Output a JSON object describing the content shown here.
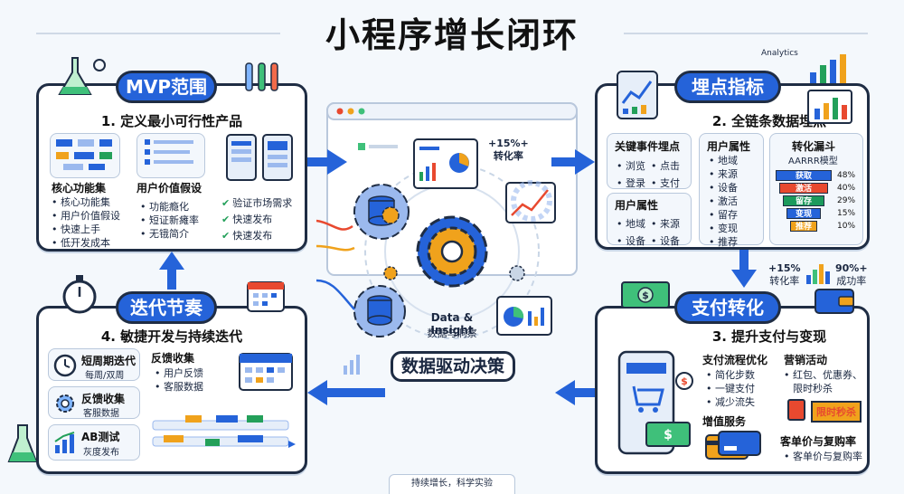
{
  "title": "小程序增长闭环",
  "analytics_label": "Analytics",
  "mvp": {
    "pill": "MVP范围",
    "heading": "1. 定义最小可行性产品",
    "card1_label": "核心功能集",
    "card2_label": "用户价值假设",
    "list1": [
      "核心功能集",
      "用户价值假设",
      "快速上手",
      "低开发成本"
    ],
    "list2": [
      "功能瘾化",
      "短证新瘫率",
      "无锇简介"
    ],
    "checks": [
      "验证市场需求",
      "快速发布",
      "快速发布"
    ]
  },
  "tracking": {
    "pill": "埋点指标",
    "heading": "2. 全链条数据埋点",
    "events_label": "关键事件埋点",
    "events": [
      "浏览",
      "点击",
      "登录",
      "支付"
    ],
    "user_attr_label": "用户属性",
    "user_attr_small": [
      "地域",
      "来源",
      "设备",
      "设备"
    ],
    "user_attr_label2": "用户属性",
    "user_attr_list": [
      "地域",
      "来源",
      "设备",
      "激活",
      "留存",
      "变现",
      "推荐"
    ],
    "funnel_label": "转化漏斗",
    "funnel_model": "AARRR模型",
    "funnel": [
      {
        "label": "获取",
        "pct": "48%",
        "color": "#2563d9"
      },
      {
        "label": "激活",
        "pct": "40%",
        "color": "#e8492f"
      },
      {
        "label": "留存",
        "pct": "29%",
        "color": "#1c9a5c"
      },
      {
        "label": "变现",
        "pct": "15%",
        "color": "#2563d9"
      },
      {
        "label": "推荐",
        "pct": "10%",
        "color": "#f0a21c"
      }
    ]
  },
  "center": {
    "conversion": "+15%+",
    "conversion_label": "转化率",
    "insight_en": "Data & Insight",
    "insight_cn": "数据与洞察",
    "banner": "数据驱动决策"
  },
  "mid_right": {
    "conv": "+15%",
    "conv_label": "转化率",
    "success": "90%+",
    "success_label": "成功率"
  },
  "payment": {
    "pill": "支付转化",
    "heading": "3. 提升支付与变现",
    "flow_label": "支付流程优化",
    "flow": [
      "简化步数",
      "一键支付",
      "减少流失"
    ],
    "promo_label": "营销活动",
    "promo": [
      "红包、优惠券、",
      "限时秒杀"
    ],
    "flash_sale": "限时秒杀",
    "value_label": "增值服务",
    "aov_label": "客单价与复购率",
    "aov": [
      "客单价与复购率"
    ]
  },
  "iterate": {
    "pill": "迭代节奏",
    "heading": "4. 敏捷开发与持续迭代",
    "c1_title": "短周期迭代",
    "c1_sub": "每周/双周",
    "c2_title": "反馈收集",
    "c2_sub": "客服数据",
    "c3_title": "AB测试",
    "c3_sub": "灰度发布",
    "fb_label": "反馈收集",
    "fb_list": [
      "用户反馈",
      "客服数据"
    ]
  },
  "footer": "持续增长，科学实验",
  "colors": {
    "accent": "#2563d9",
    "border": "#1f2d44",
    "green": "#23a05a",
    "red": "#e8492f",
    "orange": "#f0a21c"
  }
}
